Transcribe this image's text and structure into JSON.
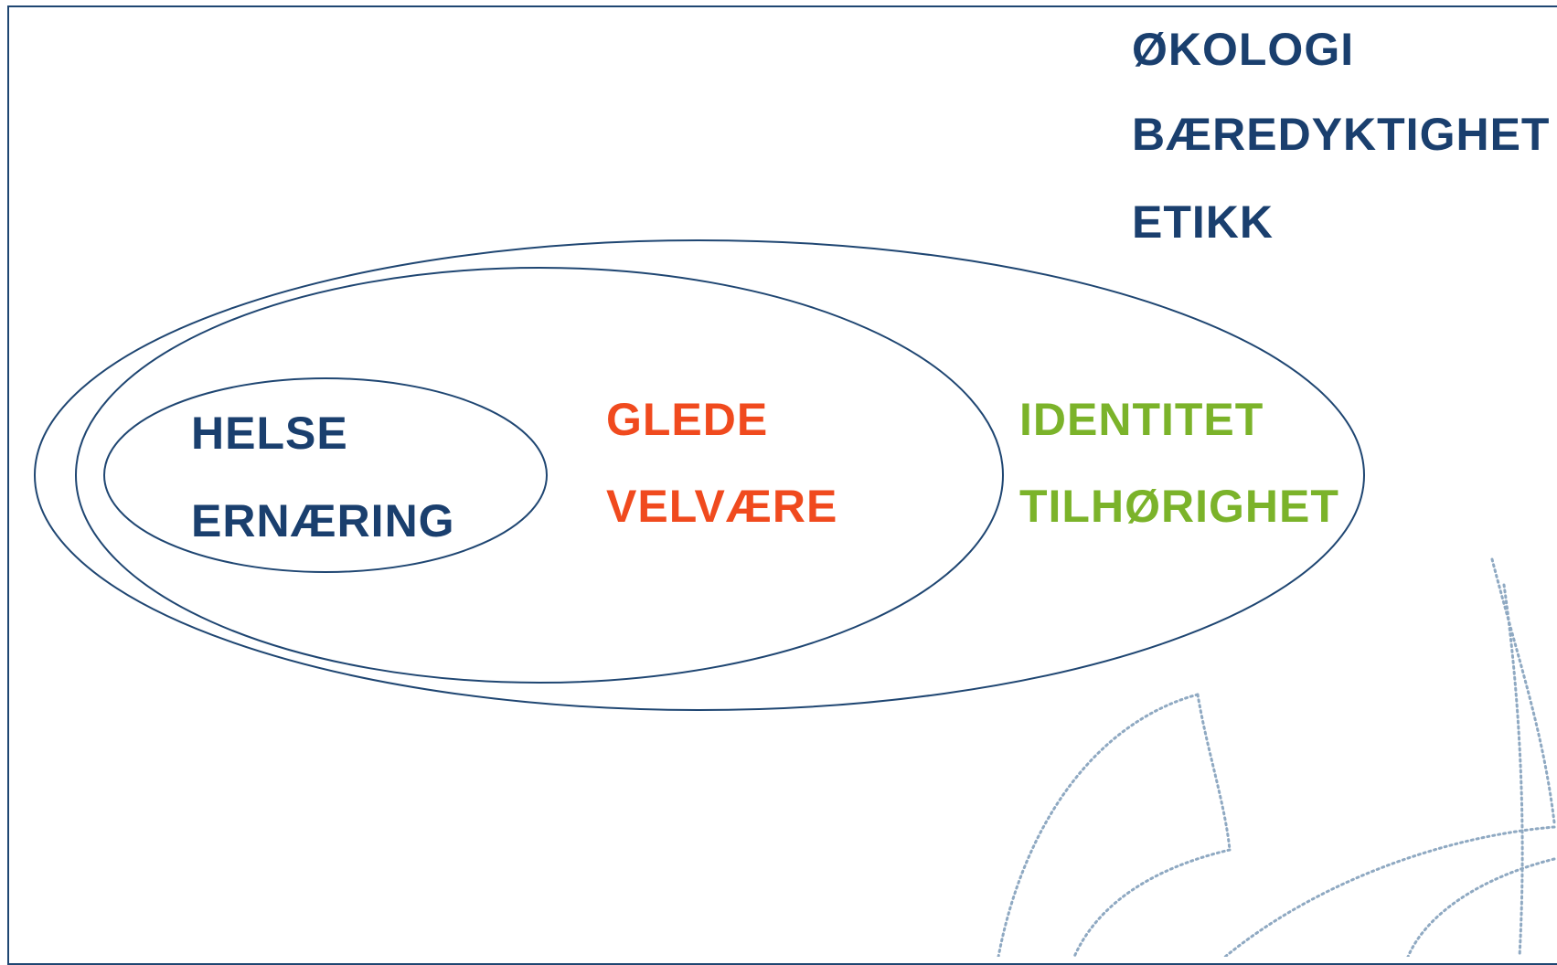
{
  "colors": {
    "navy": "#1a3f6e",
    "red": "#f04a1e",
    "green": "#7bb32a",
    "outline": "#1f4672",
    "decoration": "#8fa9c2"
  },
  "top_list": [
    "ØKOLOGI",
    "BÆREDYKTIGHET",
    "ETIKK"
  ],
  "inner": [
    "HELSE",
    "ERNÆRING"
  ],
  "middle": [
    "GLEDE",
    "VELVÆRE"
  ],
  "outer": [
    "IDENTITET",
    "TILHØRIGHET"
  ]
}
